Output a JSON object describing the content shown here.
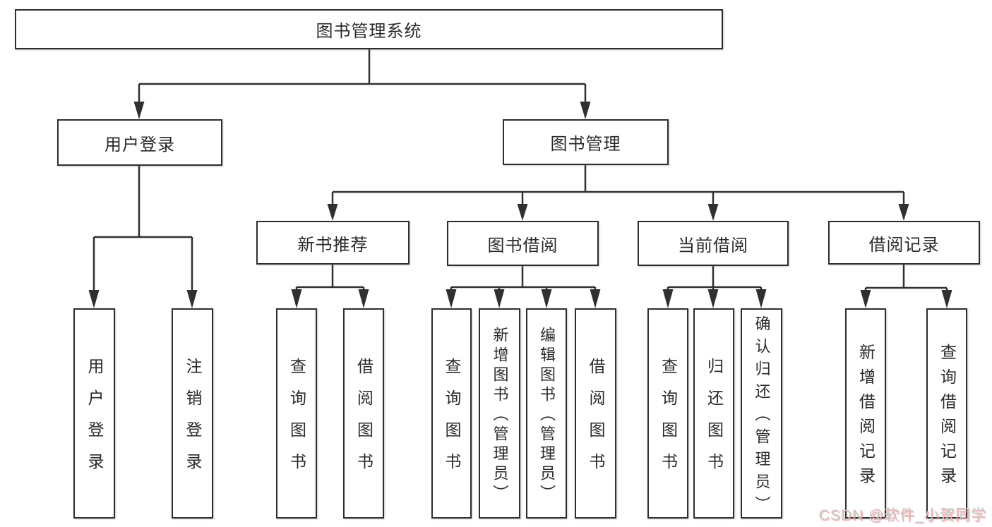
{
  "diagram": {
    "type": "hierarchy-tree",
    "title": "图书管理系统"
  },
  "nodes": {
    "root": {
      "label": "图书管理系统"
    },
    "level2": {
      "login": {
        "label": "用户登录"
      },
      "management": {
        "label": "图书管理"
      }
    },
    "level3": {
      "recommend": {
        "label": "新书推荐"
      },
      "borrow": {
        "label": "图书借阅"
      },
      "current": {
        "label": "当前借阅"
      },
      "records": {
        "label": "借阅记录"
      }
    },
    "leaves": {
      "login_user": {
        "label": "用户登录"
      },
      "login_logout": {
        "label": "注销登录"
      },
      "rec_query": {
        "label": "查询图书"
      },
      "rec_borrow": {
        "label": "借阅图书"
      },
      "bor_query": {
        "label": "查询图书"
      },
      "bor_add": {
        "label": "新增图书（管理员）"
      },
      "bor_edit": {
        "label": "编辑图书（管理员）"
      },
      "bor_lend": {
        "label": "借阅图书"
      },
      "cur_query": {
        "label": "查询图书"
      },
      "cur_return": {
        "label": "归还图书"
      },
      "cur_confirm": {
        "label": "确认归还（管理员）"
      },
      "recd_add": {
        "label": "新增借阅记录"
      },
      "recd_query": {
        "label": "查询借阅记录"
      }
    }
  },
  "watermark": {
    "text": "CSDN @软件_小贺同学"
  },
  "colors": {
    "background": "#ffffff",
    "line": "#303030",
    "box_border": "#2e2e2e",
    "text": "#2a2a2a",
    "watermark_text": "#c8c8c8",
    "watermark_shadow": "#fa5a5a"
  }
}
